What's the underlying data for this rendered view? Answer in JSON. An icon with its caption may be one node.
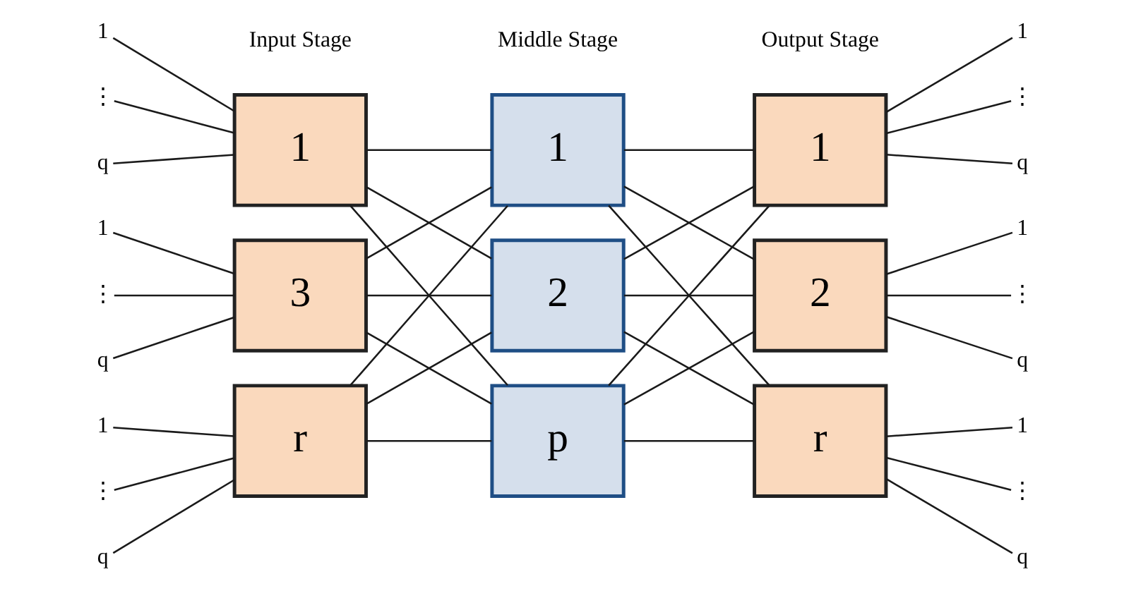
{
  "diagram": {
    "nodes": [
      {
        "text": [
          "1"
        ]
      },
      {
        "text": [
          "3"
        ]
      },
      {
        "text": [
          "r"
        ]
      },
      {
        "text": [
          "1"
        ]
      },
      {
        "text": [
          "2"
        ]
      },
      {
        "text": [
          "p"
        ]
      },
      {
        "text": [
          "1"
        ]
      },
      {
        "text": [
          "2"
        ]
      },
      {
        "text": [
          "r"
        ]
      },
      {
        "text": [
          "1"
        ]
      },
      {
        "text": [
          "⋮"
        ]
      },
      {
        "text": [
          "q"
        ]
      },
      {
        "text": [
          "1"
        ]
      },
      {
        "text": [
          "⋮"
        ]
      },
      {
        "text": [
          "q"
        ]
      },
      {
        "text": [
          "1"
        ]
      },
      {
        "text": [
          "⋮"
        ]
      },
      {
        "text": [
          "q"
        ]
      },
      {
        "text": [
          "1"
        ]
      },
      {
        "text": [
          "⋮"
        ]
      },
      {
        "text": [
          "q"
        ]
      },
      {
        "text": [
          "1"
        ]
      },
      {
        "text": [
          "⋮"
        ]
      },
      {
        "text": [
          "q"
        ]
      },
      {
        "text": [
          "1"
        ]
      },
      {
        "text": [
          "⋮"
        ]
      },
      {
        "text": [
          "q"
        ]
      }
    ],
    "edges": [
      {
        "from": 9,
        "to": 0,
        "arrow": "none"
      },
      {
        "from": 10,
        "to": 0,
        "arrow": "none"
      },
      {
        "from": 11,
        "to": 0,
        "arrow": "none"
      },
      {
        "from": 12,
        "to": 1,
        "arrow": "none"
      },
      {
        "from": 13,
        "to": 1,
        "arrow": "none"
      },
      {
        "from": 14,
        "to": 1,
        "arrow": "none"
      },
      {
        "from": 15,
        "to": 2,
        "arrow": "none"
      },
      {
        "from": 16,
        "to": 2,
        "arrow": "none"
      },
      {
        "from": 17,
        "to": 2,
        "arrow": "none"
      },
      {
        "from": 0,
        "to": 3,
        "arrow": "none"
      },
      {
        "from": 0,
        "to": 4,
        "arrow": "none"
      },
      {
        "from": 0,
        "to": 5,
        "arrow": "none"
      },
      {
        "from": 1,
        "to": 3,
        "arrow": "none"
      },
      {
        "from": 1,
        "to": 4,
        "arrow": "none"
      },
      {
        "from": 1,
        "to": 5,
        "arrow": "none"
      },
      {
        "from": 2,
        "to": 3,
        "arrow": "none"
      },
      {
        "from": 2,
        "to": 4,
        "arrow": "none"
      },
      {
        "from": 2,
        "to": 5,
        "arrow": "none"
      },
      {
        "from": 3,
        "to": 6,
        "arrow": "none"
      },
      {
        "from": 3,
        "to": 7,
        "arrow": "none"
      },
      {
        "from": 3,
        "to": 8,
        "arrow": "none"
      },
      {
        "from": 4,
        "to": 6,
        "arrow": "none"
      },
      {
        "from": 4,
        "to": 7,
        "arrow": "none"
      },
      {
        "from": 4,
        "to": 8,
        "arrow": "none"
      },
      {
        "from": 5,
        "to": 6,
        "arrow": "none"
      },
      {
        "from": 5,
        "to": 7,
        "arrow": "none"
      },
      {
        "from": 5,
        "to": 8,
        "arrow": "none"
      },
      {
        "from": 6,
        "to": 18,
        "arrow": "none"
      },
      {
        "from": 6,
        "to": 19,
        "arrow": "none"
      },
      {
        "from": 6,
        "to": 20,
        "arrow": "none"
      },
      {
        "from": 7,
        "to": 21,
        "arrow": "none"
      },
      {
        "from": 7,
        "to": 22,
        "arrow": "none"
      },
      {
        "from": 7,
        "to": 23,
        "arrow": "none"
      },
      {
        "from": 8,
        "to": 24,
        "arrow": "none"
      },
      {
        "from": 8,
        "to": 25,
        "arrow": "none"
      },
      {
        "from": 8,
        "to": 26,
        "arrow": "none"
      }
    ],
    "labels": [
      "Input Stage",
      "Middle Stage",
      "Output Stage"
    ]
  }
}
